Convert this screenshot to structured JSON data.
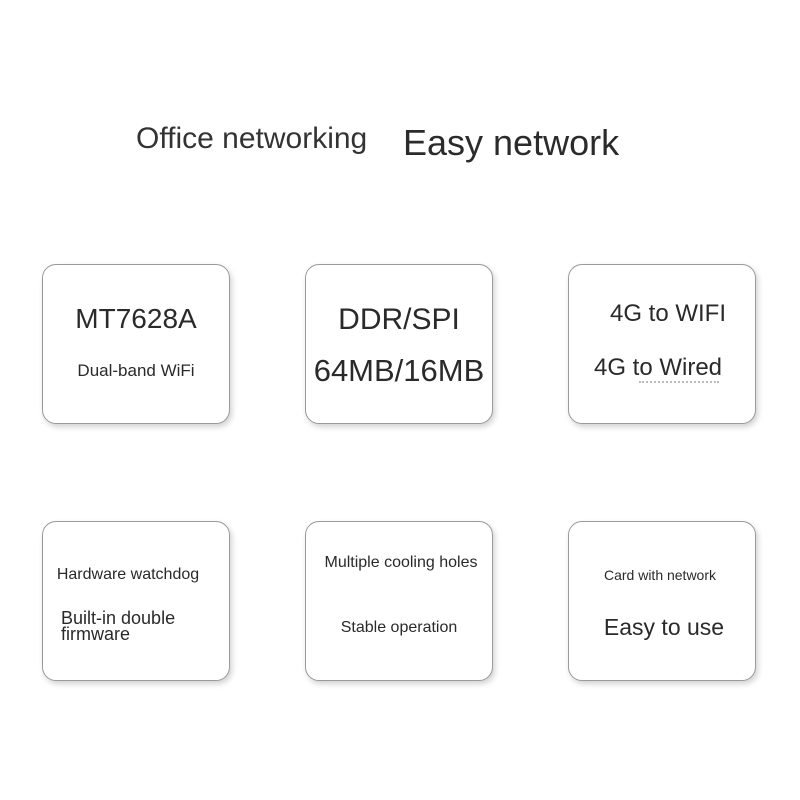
{
  "headline": {
    "left": "Office networking",
    "right": "Easy network"
  },
  "cards": [
    {
      "line1": "MT7628A",
      "line2": "Dual-band WiFi"
    },
    {
      "line1": "DDR/SPI",
      "line2": "64MB/16MB"
    },
    {
      "line1": "4G to WIFI",
      "line2": "4G to Wired"
    },
    {
      "line1": "Hardware watchdog",
      "line2": "Built-in double firmware"
    },
    {
      "line1": "Multiple cooling holes",
      "line2": "Stable operation"
    },
    {
      "line1": "Card with network",
      "line2": "Easy to use"
    }
  ]
}
